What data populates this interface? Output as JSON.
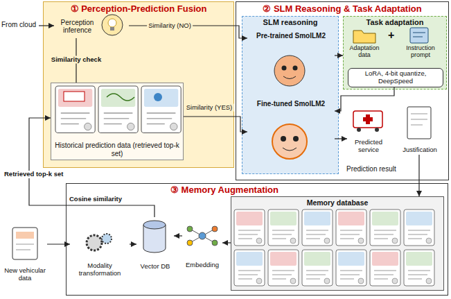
{
  "diagram": {
    "nodes": [
      {
        "text": [
          "① Perception-Prediction Fusion"
        ]
      },
      {
        "text": [
          "Perception inference"
        ],
        "in": 0
      },
      {
        "text": [
          "Historical prediction data (retrieved top-k set)"
        ],
        "in": 0
      },
      {
        "text": [
          "② SLM Reasoning & Task Adaptation"
        ]
      },
      {
        "text": [
          "SLM reasoning"
        ],
        "in": 3
      },
      {
        "text": [
          "Pre-trained SmolLM2"
        ],
        "in": 4
      },
      {
        "text": [
          "Fine-tuned SmolLM2"
        ],
        "in": 4
      },
      {
        "text": [
          "Task adaptation"
        ],
        "in": 3
      },
      {
        "text": [
          "LoRA, 4-bit quantize, DeepSpeed"
        ],
        "in": 7
      },
      {
        "text": [
          "Predicted service"
        ],
        "in": 3
      },
      {
        "text": [
          "Justification"
        ],
        "in": 3
      },
      {
        "text": [
          "③ Memory Augmentation"
        ]
      },
      {
        "text": [
          "Memory database"
        ],
        "in": 11
      },
      {
        "text": [
          "Vector DB"
        ],
        "in": 11
      },
      {
        "text": [
          "Embedding"
        ],
        "in": 11
      },
      {
        "text": [
          "Modality transformation"
        ],
        "in": 11
      },
      {
        "text": [
          "New vehicular data"
        ]
      }
    ],
    "edges": [
      {
        "from": 1,
        "to": 5,
        "arrow": "to",
        "label": "Similarity (NO)"
      },
      {
        "from": 1,
        "to": 2,
        "arrow": "none",
        "label": "Similarity check"
      },
      {
        "from": 2,
        "to": 6,
        "arrow": "to",
        "label": "Similarity (YES)"
      },
      {
        "from": 5,
        "to": 7,
        "arrow": "to"
      },
      {
        "from": 8,
        "to": 6,
        "arrow": "to"
      },
      {
        "from": 6,
        "to": 9,
        "arrow": "to"
      },
      {
        "from": 10,
        "to": 12,
        "arrow": "to"
      },
      {
        "from": 12,
        "to": 14,
        "arrow": "to"
      },
      {
        "from": 14,
        "to": 13,
        "arrow": "to"
      },
      {
        "from": 16,
        "to": 15,
        "arrow": "to"
      },
      {
        "from": 15,
        "to": 13,
        "arrow": "to"
      },
      {
        "from": 13,
        "to": 2,
        "arrow": "to",
        "label": "Retrieved top-k set"
      }
    ],
    "labels": [
      "From cloud",
      "Adaptation data",
      "+",
      "Instruction prompt",
      "Prediction result",
      "Cosine similarity"
    ]
  }
}
